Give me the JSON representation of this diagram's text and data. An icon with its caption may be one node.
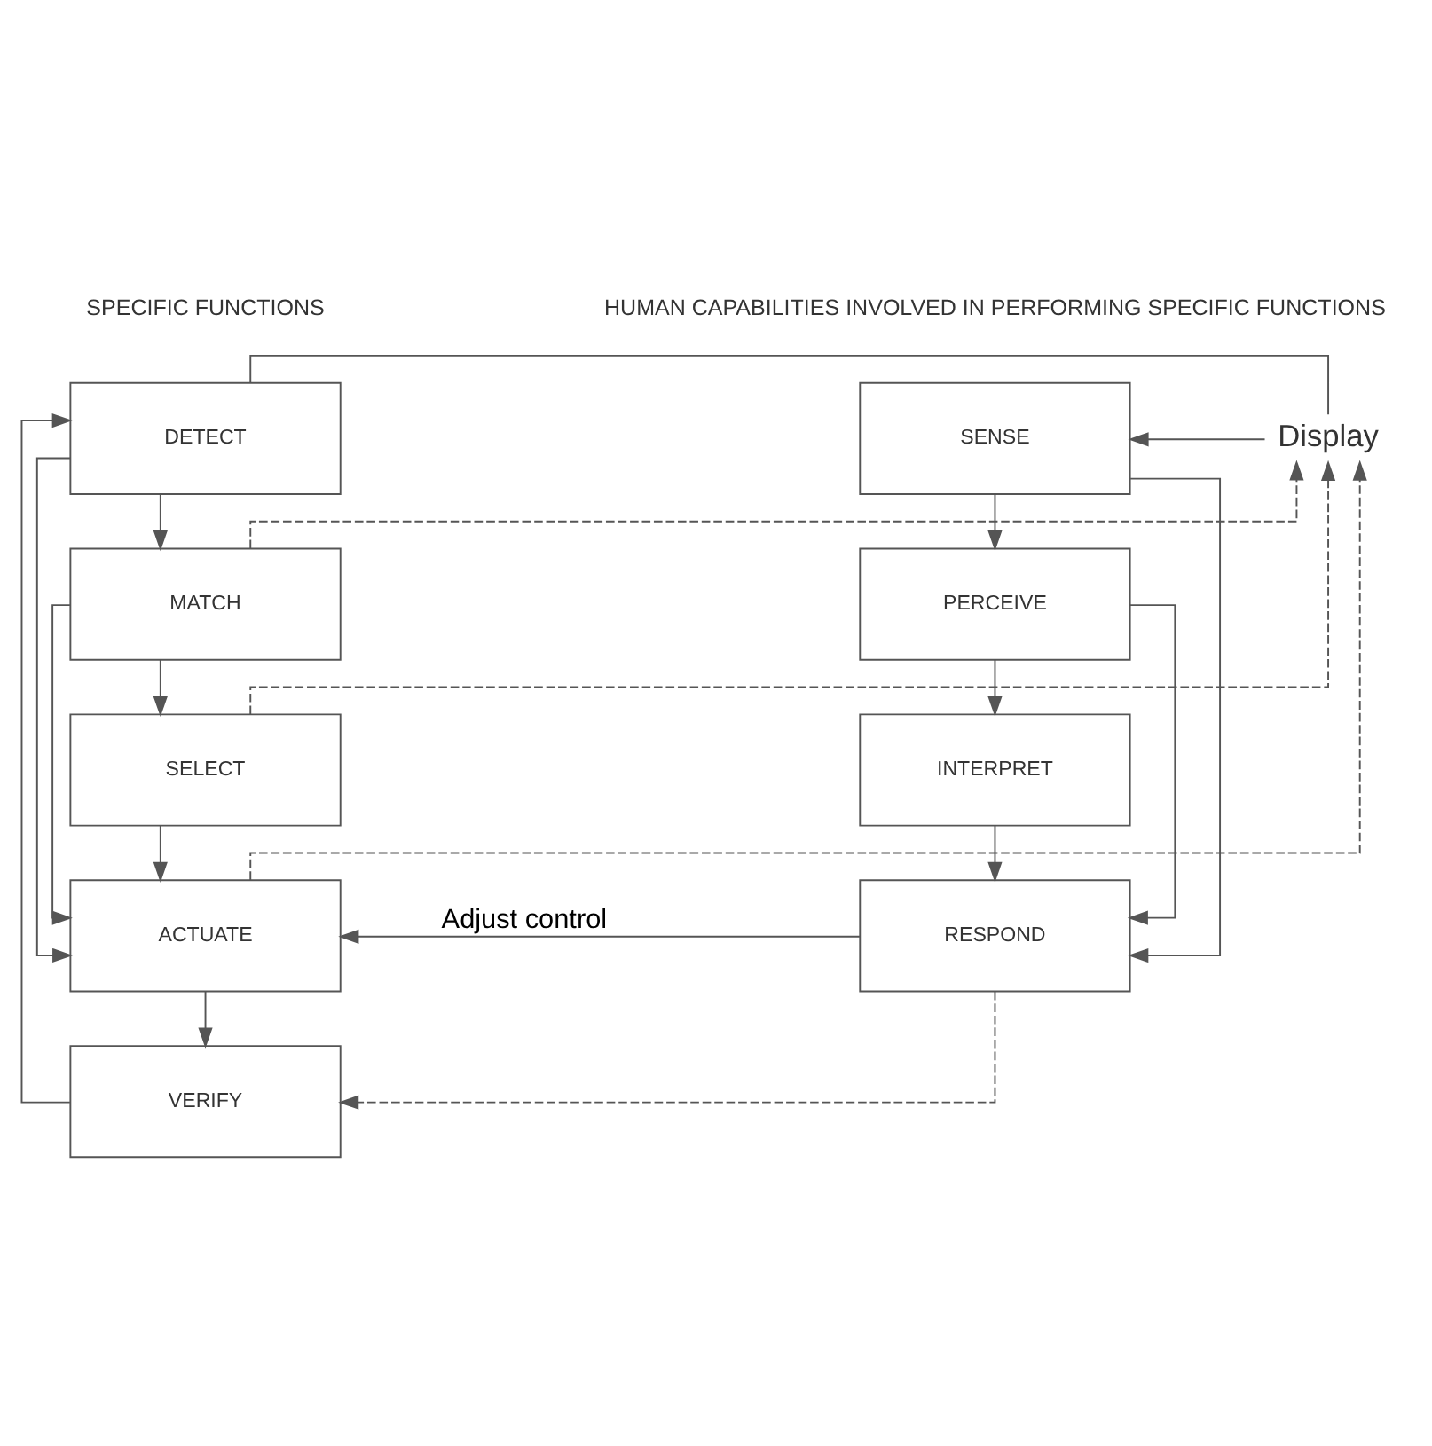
{
  "diagram": {
    "nodes": [
      {
        "text": [
          "DETECT"
        ]
      },
      {
        "text": [
          "MATCH"
        ]
      },
      {
        "text": [
          "SELECT"
        ]
      },
      {
        "text": [
          "ACTUATE"
        ]
      },
      {
        "text": [
          "VERIFY"
        ]
      },
      {
        "text": [
          "SENSE"
        ]
      },
      {
        "text": [
          "PERCEIVE"
        ]
      },
      {
        "text": [
          "INTERPRET"
        ]
      },
      {
        "text": [
          "RESPOND"
        ]
      },
      {
        "text": [
          "Display"
        ]
      }
    ],
    "edges": [
      {
        "from": 0,
        "to": 1,
        "arrow": "to"
      },
      {
        "from": 1,
        "to": 2,
        "arrow": "to"
      },
      {
        "from": 2,
        "to": 3,
        "arrow": "to"
      },
      {
        "from": 3,
        "to": 4,
        "arrow": "to"
      },
      {
        "from": 5,
        "to": 6,
        "arrow": "to"
      },
      {
        "from": 6,
        "to": 7,
        "arrow": "to"
      },
      {
        "from": 7,
        "to": 8,
        "arrow": "to"
      },
      {
        "from": 0,
        "to": 9,
        "arrow": "none"
      },
      {
        "from": 9,
        "to": 5,
        "arrow": "to"
      },
      {
        "from": 1,
        "to": 9,
        "arrow": "to",
        "style": "dashed"
      },
      {
        "from": 2,
        "to": 9,
        "arrow": "to",
        "style": "dashed"
      },
      {
        "from": 3,
        "to": 9,
        "arrow": "to",
        "style": "dashed"
      },
      {
        "from": 4,
        "to": 0,
        "arrow": "to"
      },
      {
        "from": 0,
        "to": 3,
        "arrow": "to"
      },
      {
        "from": 1,
        "to": 3,
        "arrow": "to"
      },
      {
        "from": 6,
        "to": 8,
        "arrow": "to"
      },
      {
        "from": 5,
        "to": 8,
        "arrow": "to"
      },
      {
        "from": 8,
        "to": 3,
        "arrow": "to",
        "label": "Adjust control"
      },
      {
        "from": 8,
        "to": 4,
        "arrow": "to",
        "style": "dashed"
      }
    ],
    "labels": [
      "SPECIFIC FUNCTIONS",
      "HUMAN CAPABILITIES INVOLVED IN PERFORMING SPECIFIC FUNCTIONS"
    ]
  }
}
